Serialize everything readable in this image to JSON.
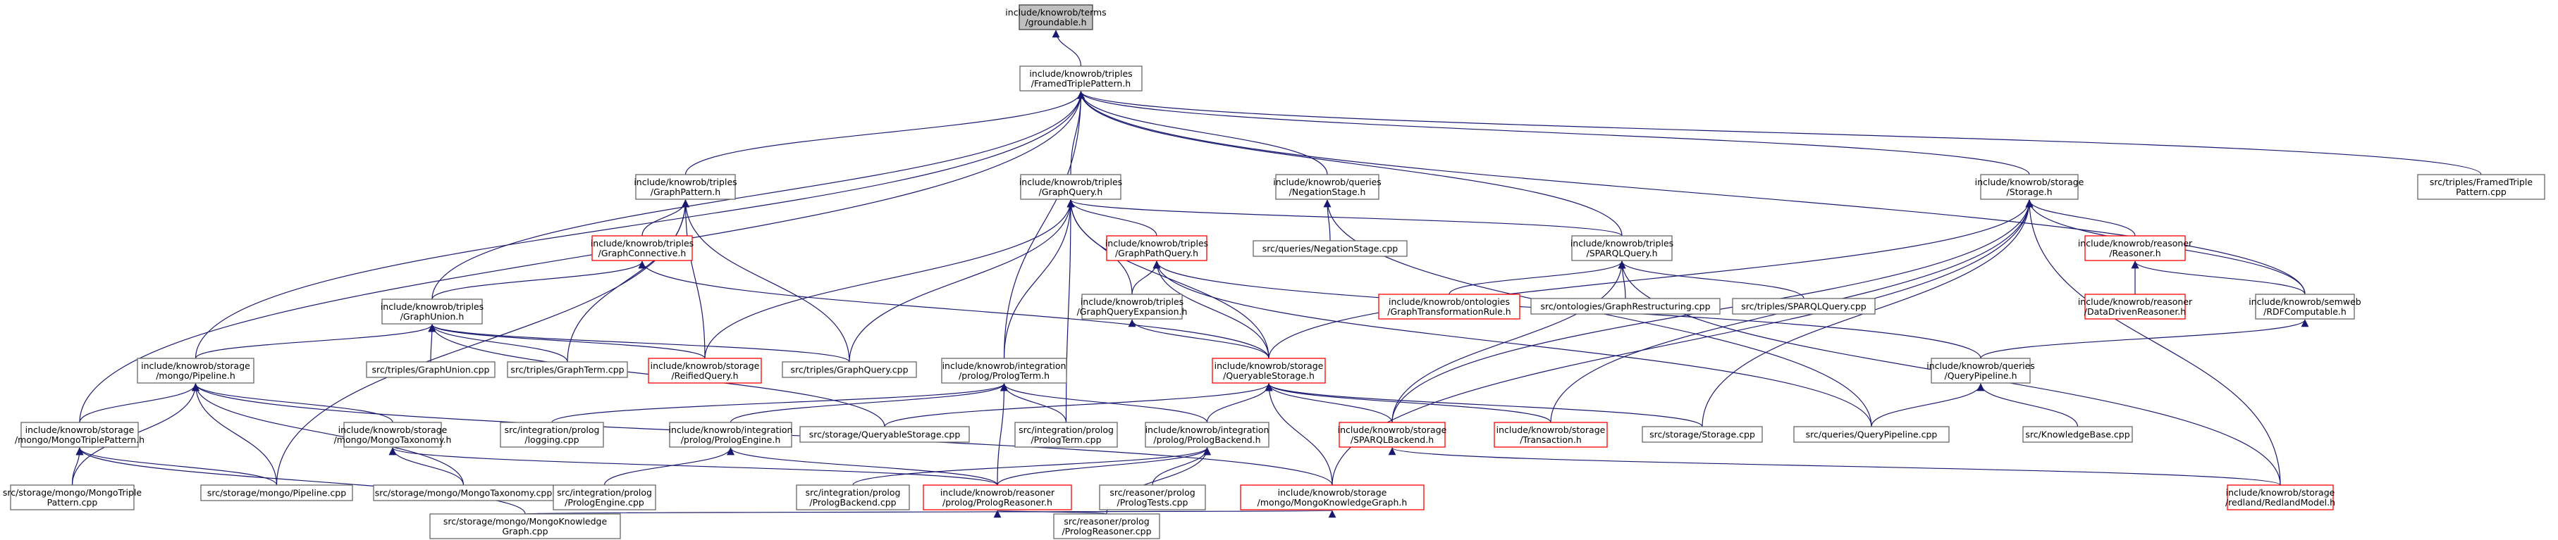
{
  "graph": {
    "nodes": [
      {
        "id": "groundable",
        "lines": [
          "include/knowrob/terms",
          "/groundable.h"
        ],
        "style": "root"
      },
      {
        "id": "framed",
        "lines": [
          "include/knowrob/triples",
          "/FramedTriplePattern.h"
        ],
        "style": "normal"
      },
      {
        "id": "graphpattern",
        "lines": [
          "include/knowrob/triples",
          "/GraphPattern.h"
        ],
        "style": "normal"
      },
      {
        "id": "graphquery",
        "lines": [
          "include/knowrob/triples",
          "/GraphQuery.h"
        ],
        "style": "normal"
      },
      {
        "id": "negstage",
        "lines": [
          "include/knowrob/queries",
          "/NegationStage.h"
        ],
        "style": "normal"
      },
      {
        "id": "storage",
        "lines": [
          "include/knowrob/storage",
          "/Storage.h"
        ],
        "style": "normal"
      },
      {
        "id": "framedcpp",
        "lines": [
          "src/triples/FramedTriple",
          "Pattern.cpp"
        ],
        "style": "normal"
      },
      {
        "id": "graphconn",
        "lines": [
          "include/knowrob/triples",
          "/GraphConnective.h"
        ],
        "style": "red"
      },
      {
        "id": "graphpathq",
        "lines": [
          "include/knowrob/triples",
          "/GraphPathQuery.h"
        ],
        "style": "red"
      },
      {
        "id": "negstagecpp",
        "lines": [
          "src/queries/NegationStage.cpp"
        ],
        "style": "normal"
      },
      {
        "id": "sparqlq",
        "lines": [
          "include/knowrob/triples",
          "/SPARQLQuery.h"
        ],
        "style": "normal"
      },
      {
        "id": "reasoner",
        "lines": [
          "include/knowrob/reasoner",
          "/Reasoner.h"
        ],
        "style": "red"
      },
      {
        "id": "graphunion",
        "lines": [
          "include/knowrob/triples",
          "/GraphUnion.h"
        ],
        "style": "normal"
      },
      {
        "id": "gqexp",
        "lines": [
          "include/knowrob/triples",
          "/GraphQueryExpansion.h"
        ],
        "style": "normal"
      },
      {
        "id": "graphtrans",
        "lines": [
          "include/knowrob/ontologies",
          "/GraphTransformationRule.h"
        ],
        "style": "red"
      },
      {
        "id": "graphrestr",
        "lines": [
          "src/ontologies/GraphRestructuring.cpp"
        ],
        "style": "normal"
      },
      {
        "id": "sparqlcpp",
        "lines": [
          "src/triples/SPARQLQuery.cpp"
        ],
        "style": "normal"
      },
      {
        "id": "ddreasoner",
        "lines": [
          "include/knowrob/reasoner",
          "/DataDrivenReasoner.h"
        ],
        "style": "red"
      },
      {
        "id": "rdfcomp",
        "lines": [
          "include/knowrob/semweb",
          "/RDFComputable.h"
        ],
        "style": "normal"
      },
      {
        "id": "mongopipe",
        "lines": [
          "include/knowrob/storage",
          "/mongo/Pipeline.h"
        ],
        "style": "normal"
      },
      {
        "id": "gunioncpp",
        "lines": [
          "src/triples/GraphUnion.cpp"
        ],
        "style": "normal"
      },
      {
        "id": "gtermcpp",
        "lines": [
          "src/triples/GraphTerm.cpp"
        ],
        "style": "normal"
      },
      {
        "id": "reified",
        "lines": [
          "include/knowrob/storage",
          "/ReifiedQuery.h"
        ],
        "style": "red"
      },
      {
        "id": "gquerycpp",
        "lines": [
          "src/triples/GraphQuery.cpp"
        ],
        "style": "normal"
      },
      {
        "id": "prologterm",
        "lines": [
          "include/knowrob/integration",
          "/prolog/PrologTerm.h"
        ],
        "style": "normal"
      },
      {
        "id": "qstorage",
        "lines": [
          "include/knowrob/storage",
          "/QueryableStorage.h"
        ],
        "style": "red"
      },
      {
        "id": "qpipeline",
        "lines": [
          "include/knowrob/queries",
          "/QueryPipeline.h"
        ],
        "style": "normal"
      },
      {
        "id": "mongotp",
        "lines": [
          "include/knowrob/storage",
          "/mongo/MongoTriplePattern.h"
        ],
        "style": "normal"
      },
      {
        "id": "mongotax",
        "lines": [
          "include/knowrob/storage",
          "/mongo/MongoTaxonomy.h"
        ],
        "style": "normal"
      },
      {
        "id": "loggingcpp",
        "lines": [
          "src/integration/prolog",
          "/logging.cpp"
        ],
        "style": "normal"
      },
      {
        "id": "prologengine",
        "lines": [
          "include/knowrob/integration",
          "/prolog/PrologEngine.h"
        ],
        "style": "normal"
      },
      {
        "id": "qstoragecpp",
        "lines": [
          "src/storage/QueryableStorage.cpp"
        ],
        "style": "normal"
      },
      {
        "id": "ptermcpp",
        "lines": [
          "src/integration/prolog",
          "/PrologTerm.cpp"
        ],
        "style": "normal"
      },
      {
        "id": "pbackend",
        "lines": [
          "include/knowrob/integration",
          "/prolog/PrologBackend.h"
        ],
        "style": "normal"
      },
      {
        "id": "sparqlbk",
        "lines": [
          "include/knowrob/storage",
          "/SPARQLBackend.h"
        ],
        "style": "red"
      },
      {
        "id": "transaction",
        "lines": [
          "include/knowrob/storage",
          "/Transaction.h"
        ],
        "style": "red"
      },
      {
        "id": "storagecpp",
        "lines": [
          "src/storage/Storage.cpp"
        ],
        "style": "normal"
      },
      {
        "id": "qpipecpp",
        "lines": [
          "src/queries/QueryPipeline.cpp"
        ],
        "style": "normal"
      },
      {
        "id": "kbcpp",
        "lines": [
          "src/KnowledgeBase.cpp"
        ],
        "style": "normal"
      },
      {
        "id": "mongotpcpp",
        "lines": [
          "src/storage/mongo/MongoTriple",
          "Pattern.cpp"
        ],
        "style": "normal"
      },
      {
        "id": "mpipecpp",
        "lines": [
          "src/storage/mongo/Pipeline.cpp"
        ],
        "style": "normal"
      },
      {
        "id": "mtaxcpp",
        "lines": [
          "src/storage/mongo/MongoTaxonomy.cpp"
        ],
        "style": "normal"
      },
      {
        "id": "pengcpp",
        "lines": [
          "src/integration/prolog",
          "/PrologEngine.cpp"
        ],
        "style": "normal"
      },
      {
        "id": "pbkcpp",
        "lines": [
          "src/integration/prolog",
          "/PrologBackend.cpp"
        ],
        "style": "normal"
      },
      {
        "id": "preasoner",
        "lines": [
          "include/knowrob/reasoner",
          "/prolog/PrologReasoner.h"
        ],
        "style": "red"
      },
      {
        "id": "ptestscpp",
        "lines": [
          "src/reasoner/prolog",
          "/PrologTests.cpp"
        ],
        "style": "normal"
      },
      {
        "id": "mkg",
        "lines": [
          "include/knowrob/storage",
          "/mongo/MongoKnowledgeGraph.h"
        ],
        "style": "red"
      },
      {
        "id": "redland",
        "lines": [
          "include/knowrob/storage",
          "/redland/RedlandModel.h"
        ],
        "style": "red"
      },
      {
        "id": "mkgcpp",
        "lines": [
          "src/storage/mongo/MongoKnowledge",
          "Graph.cpp"
        ],
        "style": "normal"
      },
      {
        "id": "preascpp",
        "lines": [
          "src/reasoner/prolog",
          "/PrologReasoner.cpp"
        ],
        "style": "normal"
      }
    ],
    "edges": [
      [
        "groundable",
        "framed"
      ],
      [
        "framed",
        "graphpattern"
      ],
      [
        "framed",
        "graphquery"
      ],
      [
        "framed",
        "negstage"
      ],
      [
        "framed",
        "storage"
      ],
      [
        "framed",
        "framedcpp"
      ],
      [
        "framed",
        "graphunion"
      ],
      [
        "framed",
        "sparqlq"
      ],
      [
        "framed",
        "rdfcomp"
      ],
      [
        "framed",
        "mongopipe"
      ],
      [
        "framed",
        "prologterm"
      ],
      [
        "framed",
        "mongotp"
      ],
      [
        "graphpattern",
        "graphconn"
      ],
      [
        "graphpattern",
        "gtermcpp"
      ],
      [
        "graphpattern",
        "reified"
      ],
      [
        "graphpattern",
        "gquerycpp"
      ],
      [
        "graphpattern",
        "mpipecpp"
      ],
      [
        "graphquery",
        "graphpathq"
      ],
      [
        "graphquery",
        "sparqlq"
      ],
      [
        "graphquery",
        "gqexp"
      ],
      [
        "graphquery",
        "reified"
      ],
      [
        "graphquery",
        "gquerycpp"
      ],
      [
        "graphquery",
        "prologterm"
      ],
      [
        "graphquery",
        "ptermcpp"
      ],
      [
        "graphquery",
        "qstorage"
      ],
      [
        "negstage",
        "negstagecpp"
      ],
      [
        "negstage",
        "qpipecpp"
      ],
      [
        "storage",
        "reasoner"
      ],
      [
        "storage",
        "rdfcomp"
      ],
      [
        "storage",
        "qstorage"
      ],
      [
        "storage",
        "sparqlbk"
      ],
      [
        "storage",
        "transaction"
      ],
      [
        "storage",
        "storagecpp"
      ],
      [
        "storage",
        "mkg"
      ],
      [
        "storage",
        "redland"
      ],
      [
        "graphconn",
        "graphunion"
      ],
      [
        "graphconn",
        "qstorage"
      ],
      [
        "graphpathq",
        "gqexp"
      ],
      [
        "graphpathq",
        "qstorage"
      ],
      [
        "graphpathq",
        "qpipeline"
      ],
      [
        "graphpathq",
        "qpipecpp"
      ],
      [
        "sparqlq",
        "graphtrans"
      ],
      [
        "sparqlq",
        "graphrestr"
      ],
      [
        "sparqlq",
        "sparqlcpp"
      ],
      [
        "sparqlq",
        "sparqlbk"
      ],
      [
        "sparqlq",
        "redland"
      ],
      [
        "reasoner",
        "ddreasoner"
      ],
      [
        "reasoner",
        "rdfcomp"
      ],
      [
        "rdfcomp",
        "qpipeline"
      ],
      [
        "graphunion",
        "mongopipe"
      ],
      [
        "graphunion",
        "gunioncpp"
      ],
      [
        "graphunion",
        "gtermcpp"
      ],
      [
        "graphunion",
        "reified"
      ],
      [
        "graphunion",
        "gquerycpp"
      ],
      [
        "graphunion",
        "qstoragecpp"
      ],
      [
        "gqexp",
        "qstorage"
      ],
      [
        "mongopipe",
        "mongotp"
      ],
      [
        "mongopipe",
        "mongotax"
      ],
      [
        "mongopipe",
        "mongotpcpp"
      ],
      [
        "mongopipe",
        "mpipecpp"
      ],
      [
        "mongopipe",
        "mtaxcpp"
      ],
      [
        "mongopipe",
        "mkg"
      ],
      [
        "prologterm",
        "loggingcpp"
      ],
      [
        "prologterm",
        "prologengine"
      ],
      [
        "prologterm",
        "ptermcpp"
      ],
      [
        "prologterm",
        "pbackend"
      ],
      [
        "prologterm",
        "preasoner"
      ],
      [
        "qstorage",
        "qstoragecpp"
      ],
      [
        "qstorage",
        "pbackend"
      ],
      [
        "qstorage",
        "sparqlbk"
      ],
      [
        "qstorage",
        "transaction"
      ],
      [
        "qstorage",
        "storagecpp"
      ],
      [
        "qstorage",
        "mkg"
      ],
      [
        "qpipeline",
        "qpipecpp"
      ],
      [
        "qpipeline",
        "kbcpp"
      ],
      [
        "mongotp",
        "mongotpcpp"
      ],
      [
        "mongotp",
        "mpipecpp"
      ],
      [
        "mongotp",
        "mkgcpp"
      ],
      [
        "mongotax",
        "mtaxcpp"
      ],
      [
        "mongotax",
        "preasoner"
      ],
      [
        "prologengine",
        "pengcpp"
      ],
      [
        "prologengine",
        "preasoner"
      ],
      [
        "pbackend",
        "pbkcpp"
      ],
      [
        "pbackend",
        "preasoner"
      ],
      [
        "pbackend",
        "ptestscpp"
      ],
      [
        "pbackend",
        "preascpp"
      ],
      [
        "sparqlbk",
        "redland"
      ],
      [
        "preasoner",
        "preascpp"
      ],
      [
        "mkg",
        "mkgcpp"
      ]
    ]
  }
}
